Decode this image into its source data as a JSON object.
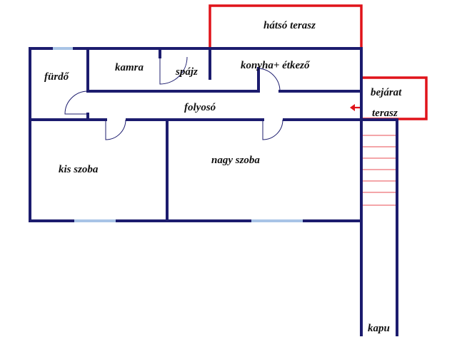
{
  "labels": {
    "hatso_terasz": "hátsó terasz",
    "furdo": "fürdő",
    "kamra": "kamra",
    "spajz": "spájz",
    "konyha": "konyha+ étkező",
    "bejarat": "bejárat",
    "terasz": "terasz",
    "folyoso": "folyosó",
    "kis_szoba": "kis szoba",
    "nagy_szoba": "nagy szoba",
    "kapu": "kapu"
  },
  "colors": {
    "wall": "#1c1c6e",
    "terrace_outline": "#e0131a",
    "window": "#a8c4e6",
    "entrance_arrow": "#e0131a"
  }
}
